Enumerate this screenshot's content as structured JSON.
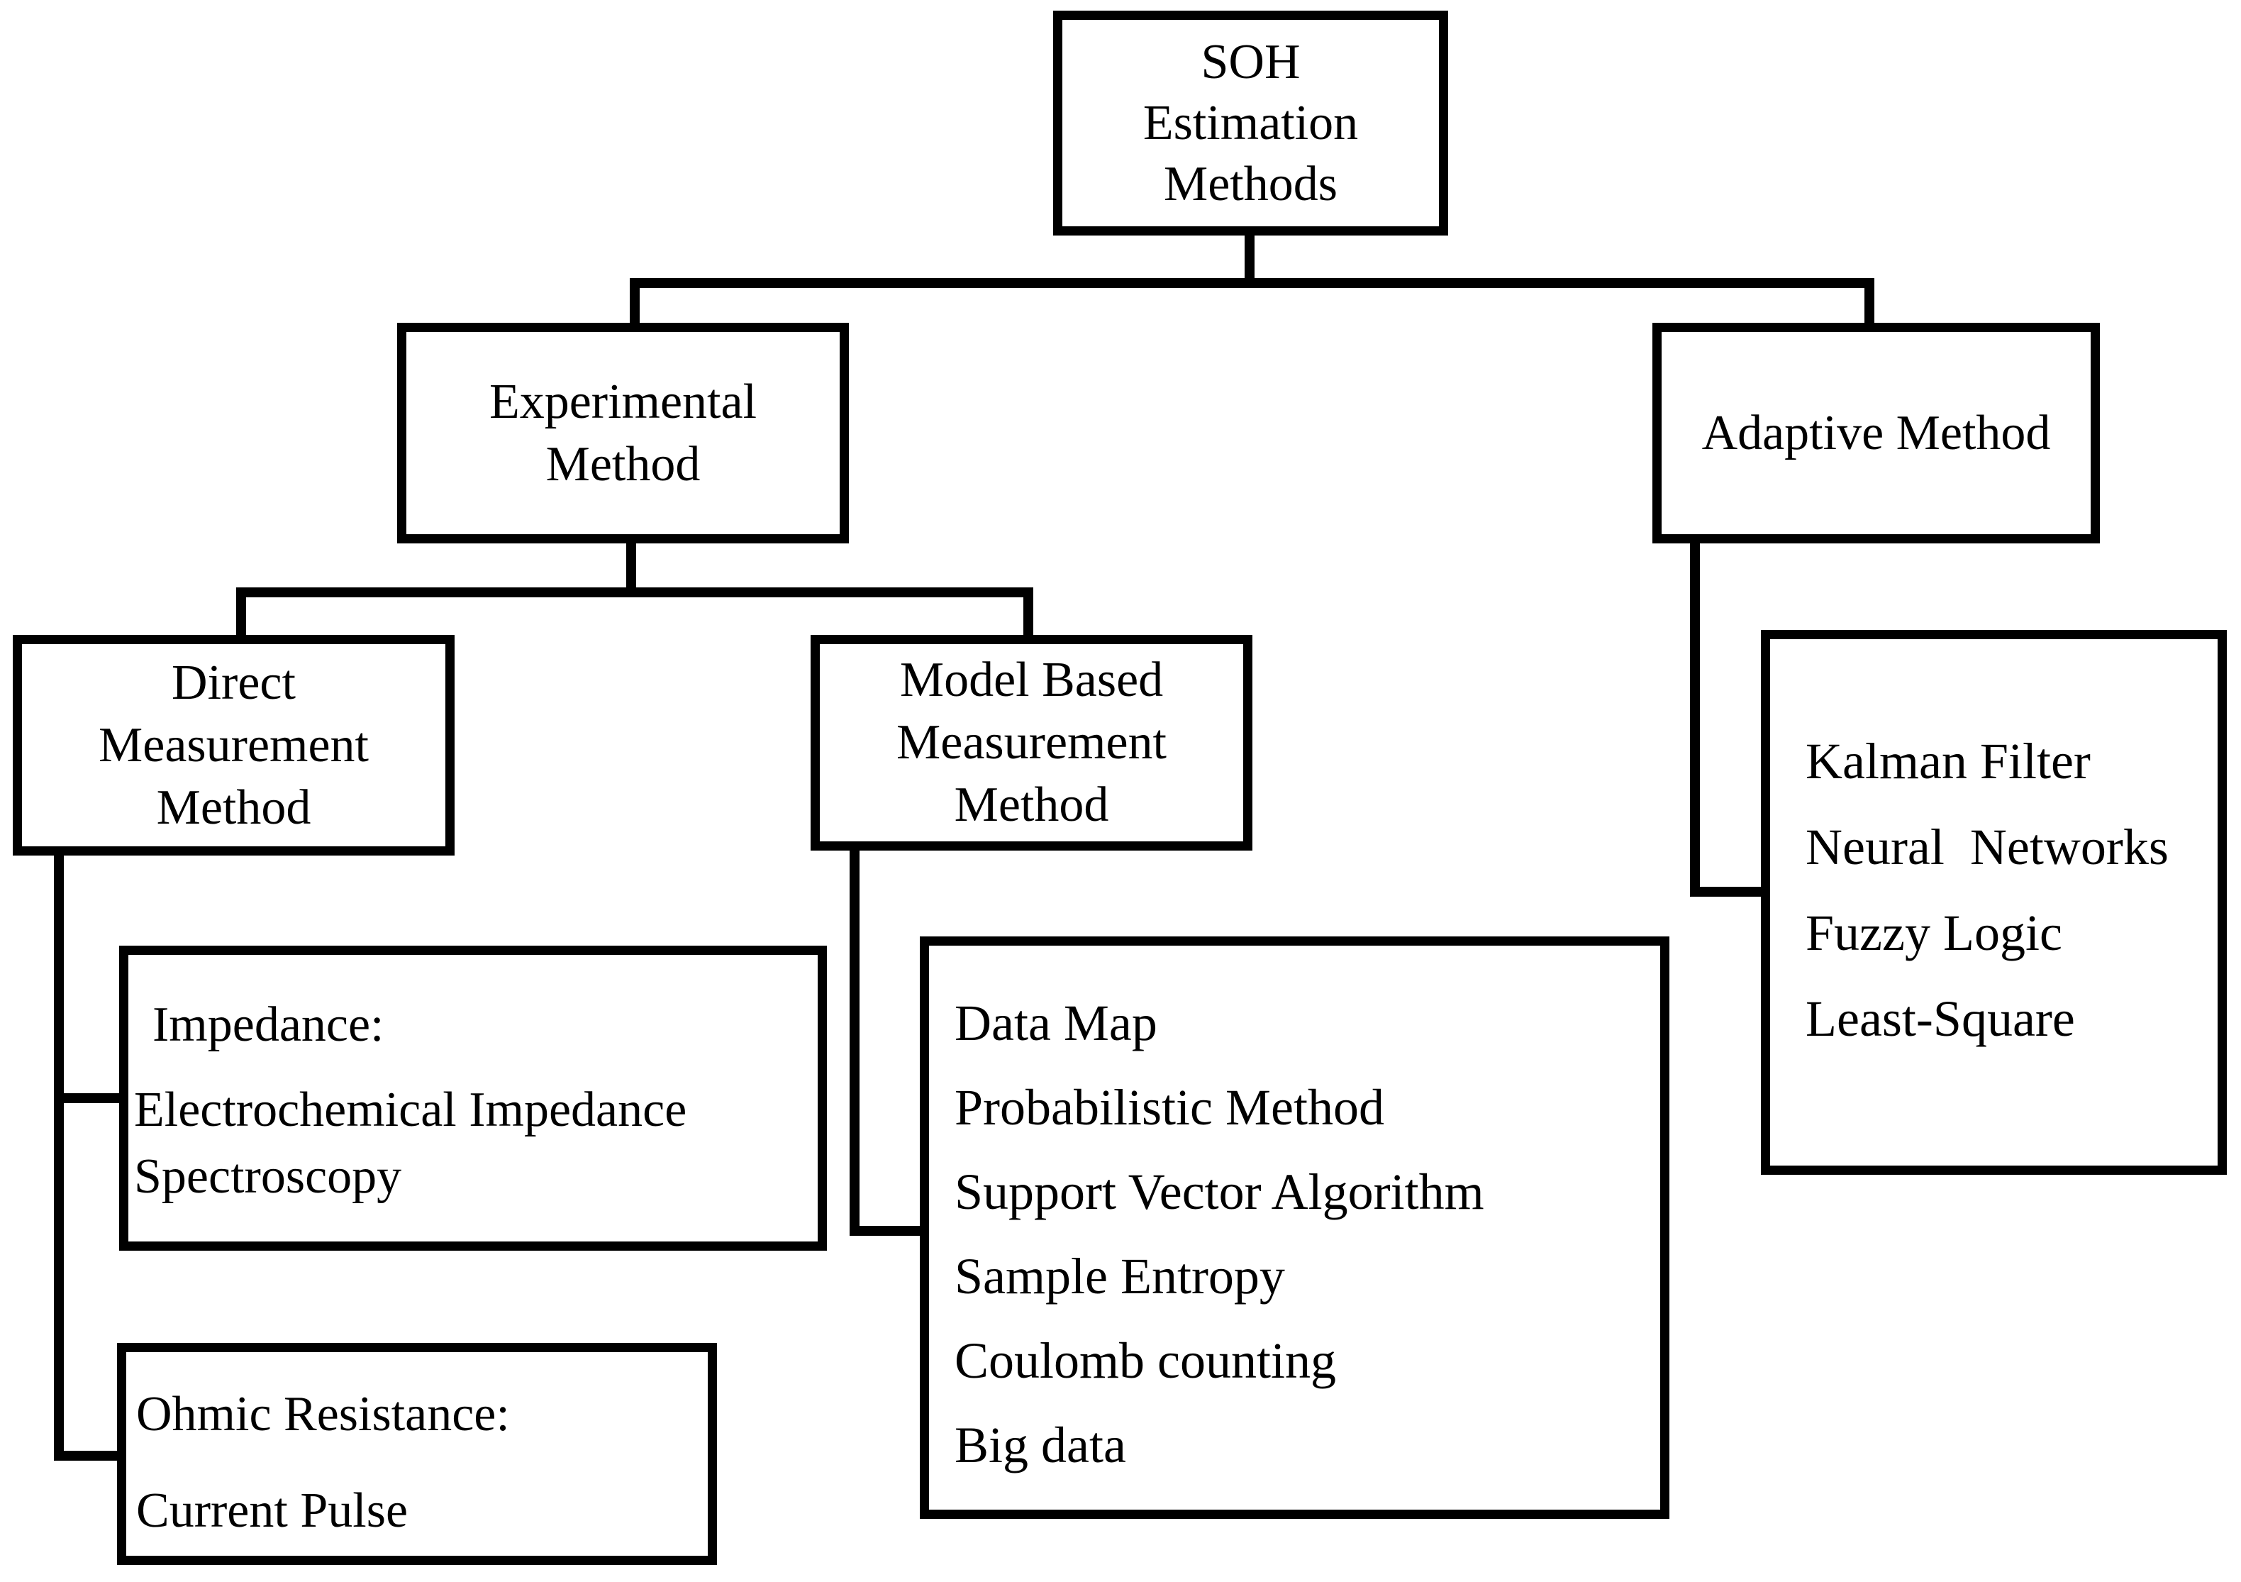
{
  "title": "SOH Estimation Methods flowchart",
  "colors": {
    "line": "#000000",
    "background": "#ffffff",
    "box_fill": "#ffffff",
    "text": "#000000"
  },
  "nodes": {
    "root": {
      "lines": [
        "SOH",
        "Estimation",
        "Methods"
      ]
    },
    "experimental": {
      "lines": [
        "Experimental",
        "Method"
      ]
    },
    "adaptive": {
      "lines": [
        "Adaptive Method"
      ]
    },
    "direct": {
      "lines": [
        "Direct",
        "Measurement",
        "Method"
      ]
    },
    "model": {
      "lines": [
        "Model Based",
        "Measurement",
        "Method"
      ]
    },
    "impedance": {
      "lines": [
        "Impedance:",
        "Electrochemical Impedance",
        "Spectroscopy"
      ]
    },
    "ohmic": {
      "lines": [
        "Ohmic Resistance:",
        "Current Pulse"
      ]
    },
    "model_methods": {
      "lines": [
        "Data Map",
        "Probabilistic Method",
        "Support Vector Algorithm",
        "Sample Entropy",
        "Coulomb counting",
        "Big data"
      ]
    },
    "adaptive_methods": {
      "lines": [
        "Kalman Filter",
        "Neural  Networks",
        "Fuzzy Logic",
        "Least-Square"
      ]
    }
  },
  "hierarchy": {
    "root": "SOH Estimation Methods",
    "children": [
      {
        "name": "Experimental Method",
        "children": [
          {
            "name": "Direct Measurement Method",
            "children": [
              "Impedance: Electrochemical Impedance Spectroscopy",
              "Ohmic Resistance: Current Pulse"
            ]
          },
          {
            "name": "Model Based Measurement Method",
            "children": [
              "Data Map",
              "Probabilistic Method",
              "Support Vector Algorithm",
              "Sample Entropy",
              "Coulomb counting",
              "Big data"
            ]
          }
        ]
      },
      {
        "name": "Adaptive Method",
        "children": [
          "Kalman Filter",
          "Neural Networks",
          "Fuzzy Logic",
          "Least-Square"
        ]
      }
    ]
  }
}
